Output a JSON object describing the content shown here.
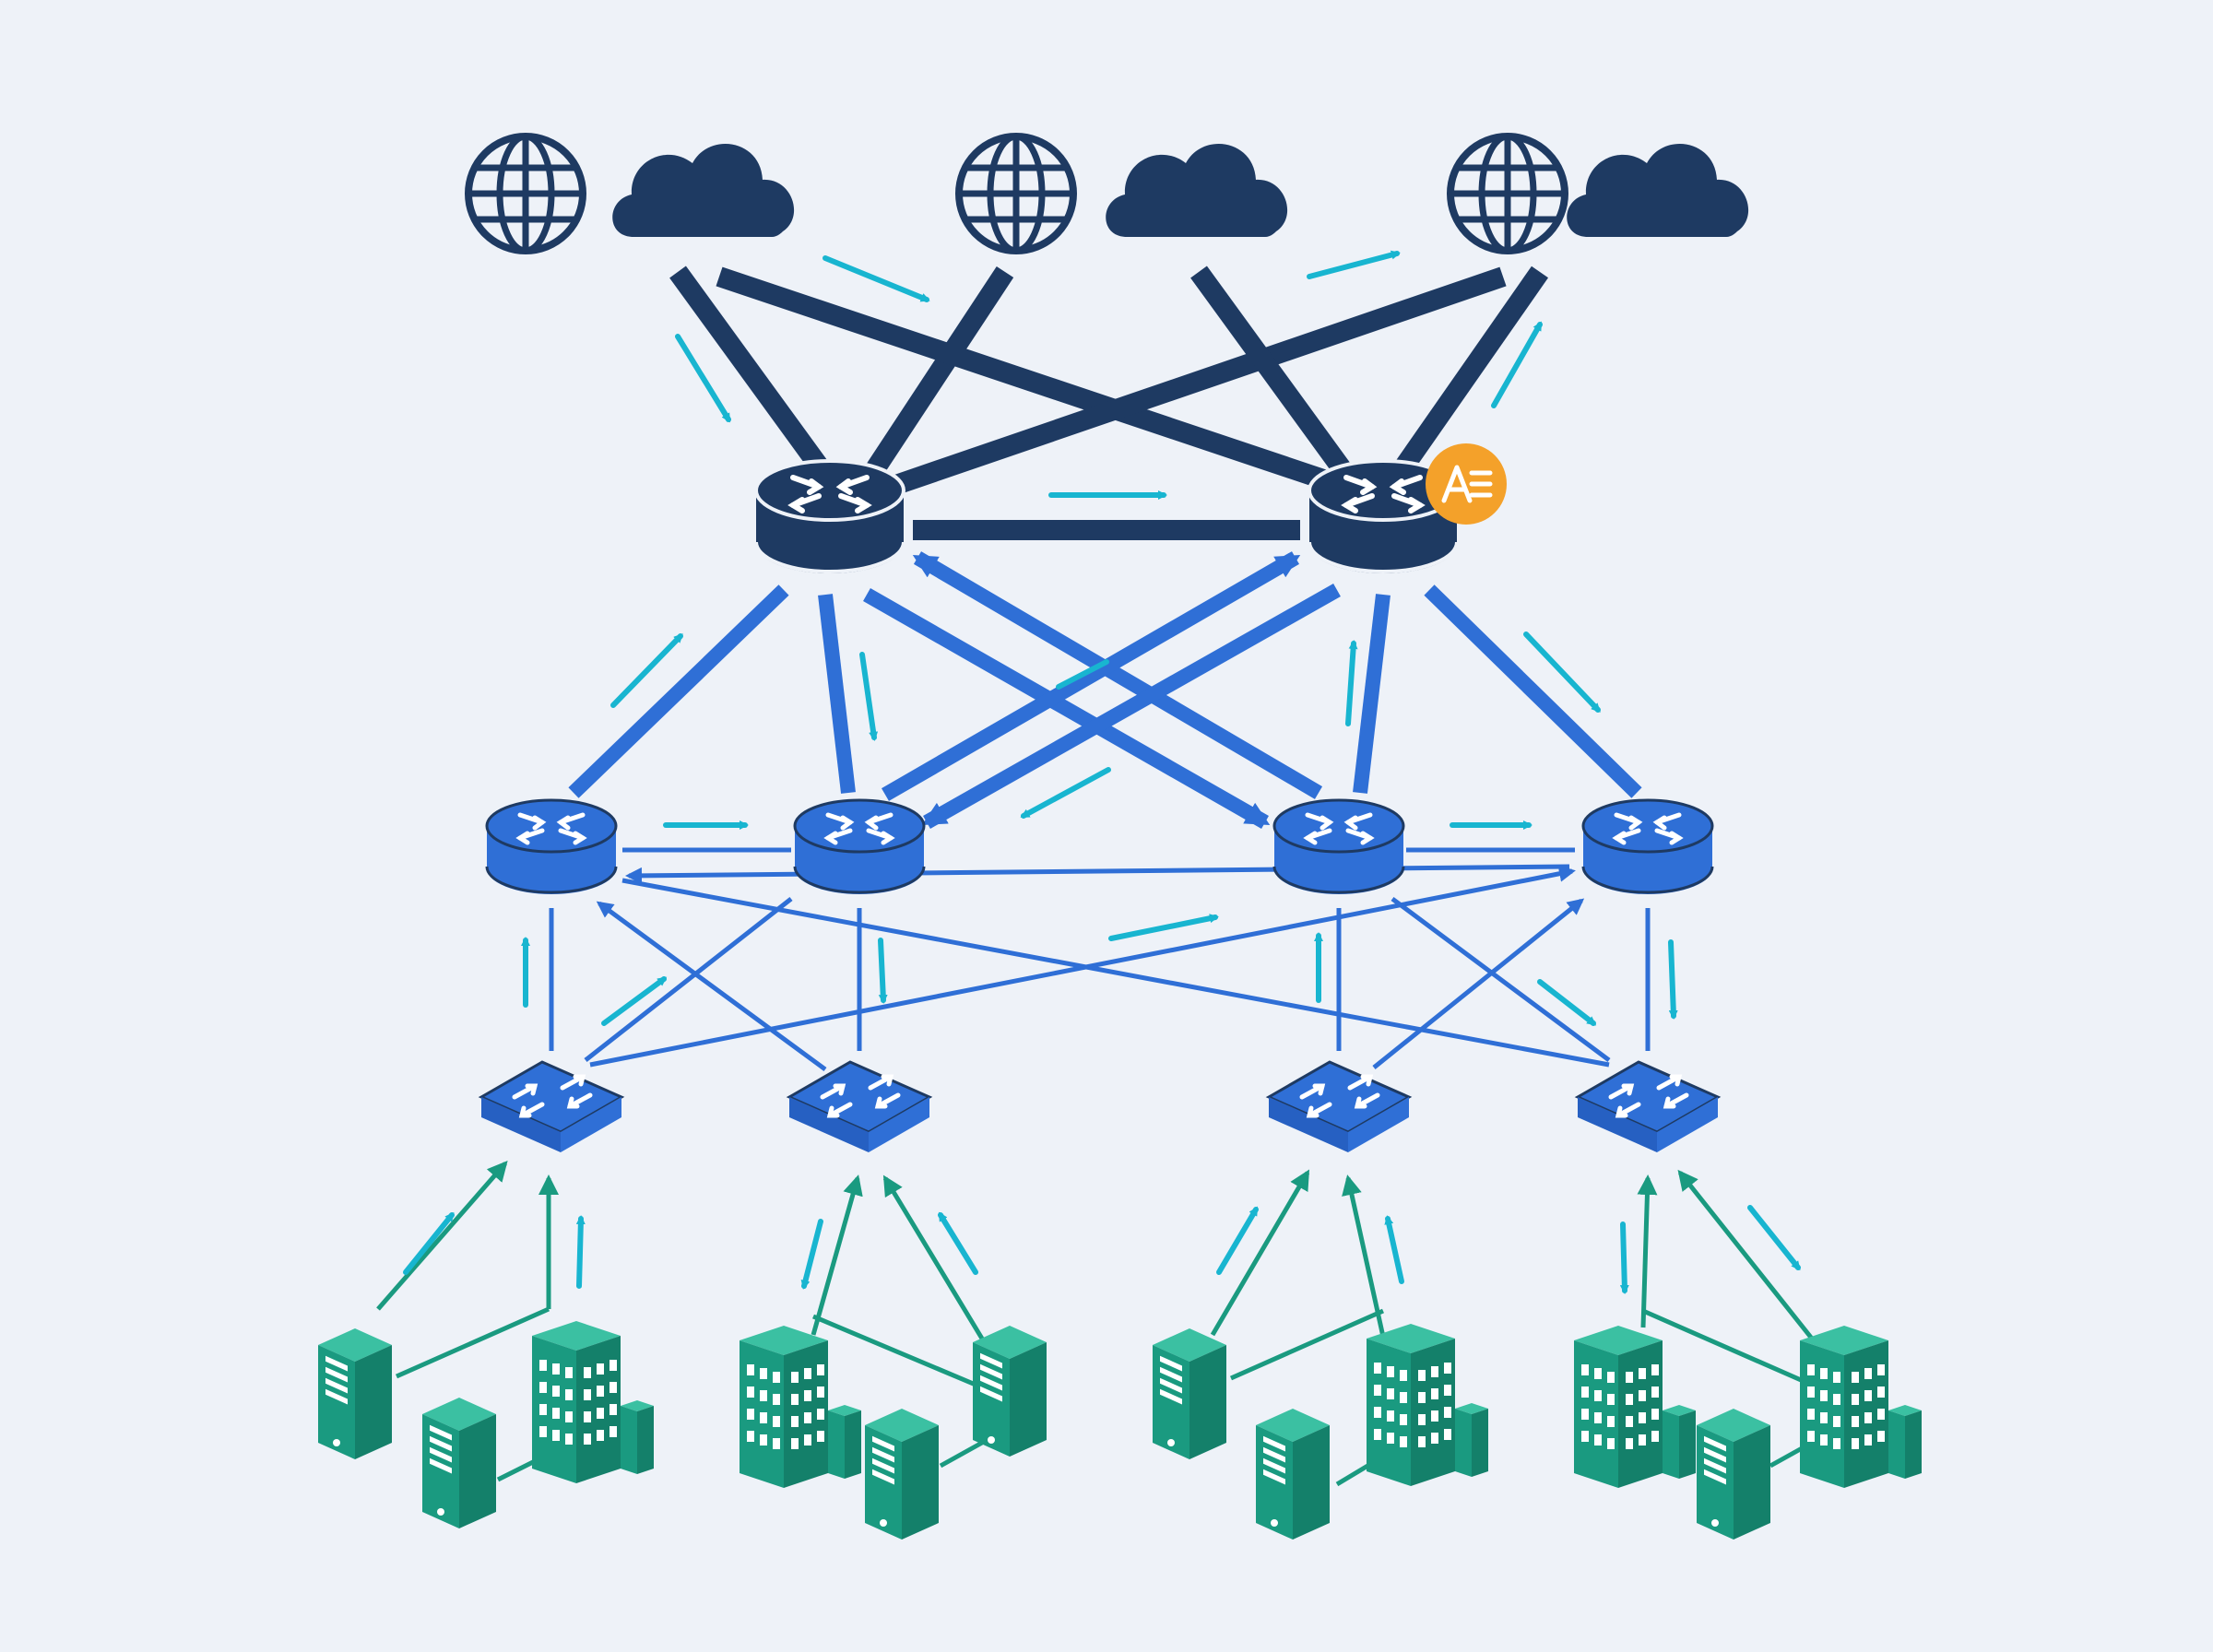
{
  "colors": {
    "background": "#eef2f8",
    "core": "#1e3a62",
    "distribution": "#2f6fd6",
    "access": "#2f6fd6",
    "endpoints": "#1a9a80",
    "traffic_arrows": "#18b5d0",
    "alert_badge": "#f4a12a"
  },
  "tiers": {
    "internet": [
      {
        "kind": "internet",
        "icon": "globe-icon"
      },
      {
        "kind": "cloud",
        "icon": "cloud-icon"
      },
      {
        "kind": "internet",
        "icon": "globe-icon"
      },
      {
        "kind": "cloud",
        "icon": "cloud-icon"
      },
      {
        "kind": "internet",
        "icon": "globe-icon"
      },
      {
        "kind": "cloud",
        "icon": "cloud-icon"
      }
    ],
    "core": [
      {
        "kind": "core-router",
        "icon": "router-icon"
      },
      {
        "kind": "core-router",
        "icon": "router-icon",
        "badge": "alert-icon"
      }
    ],
    "distribution": [
      {
        "kind": "router",
        "icon": "router-icon"
      },
      {
        "kind": "router",
        "icon": "router-icon"
      },
      {
        "kind": "router",
        "icon": "router-icon"
      },
      {
        "kind": "router",
        "icon": "router-icon"
      }
    ],
    "access": [
      {
        "kind": "switch",
        "icon": "switch-icon"
      },
      {
        "kind": "switch",
        "icon": "switch-icon"
      },
      {
        "kind": "switch",
        "icon": "switch-icon"
      },
      {
        "kind": "switch",
        "icon": "switch-icon"
      }
    ],
    "endpoint_groups": [
      {
        "items": [
          "server-icon",
          "server-icon",
          "office-building-icon"
        ]
      },
      {
        "items": [
          "office-building-icon",
          "server-icon",
          "server-icon"
        ]
      },
      {
        "items": [
          "server-icon",
          "server-icon",
          "office-building-icon"
        ]
      },
      {
        "items": [
          "office-building-icon",
          "server-icon",
          "office-building-icon"
        ]
      }
    ]
  }
}
